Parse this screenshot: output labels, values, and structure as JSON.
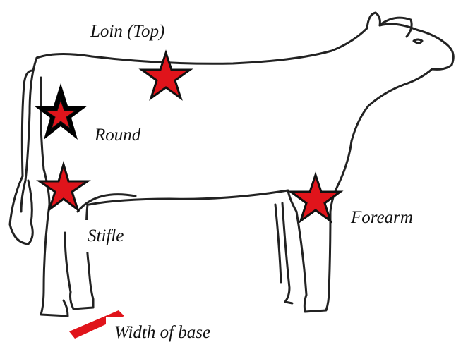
{
  "labels": {
    "loin": "Loin (Top)",
    "round": "Round",
    "stifle": "Stifle",
    "forearm": "Forearm",
    "base": "Width of base"
  },
  "colors": {
    "star_fill": "#e0141b",
    "star_outline": "#111111",
    "outline": "#222222",
    "base_bar": "#e0141b"
  },
  "icons": [
    "star-marker-icon",
    "steer-outline"
  ]
}
